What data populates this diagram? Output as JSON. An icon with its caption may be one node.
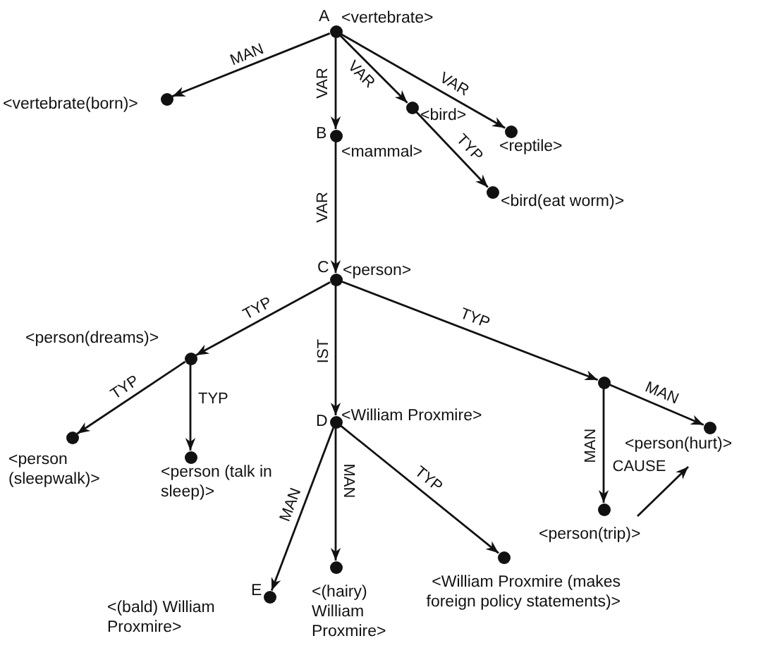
{
  "diagram": {
    "nodes": [
      {
        "text": [
          "A",
          "<vertebrate>"
        ]
      },
      {
        "text": [
          "<vertebrate(born)>"
        ]
      },
      {
        "text": [
          "B",
          "<mammal>"
        ]
      },
      {
        "text": [
          "<bird>"
        ]
      },
      {
        "text": [
          "<reptile>"
        ]
      },
      {
        "text": [
          "<bird(eat worm)>"
        ]
      },
      {
        "text": [
          "C",
          "<person>"
        ]
      },
      {
        "text": [
          "<person(dreams)>"
        ]
      },
      {
        "text": [
          "<person (sleepwalk)>"
        ]
      },
      {
        "text": [
          "<person (talk in sleep)>"
        ]
      },
      {
        "text": [
          "D",
          "<William Proxmire>"
        ]
      },
      {
        "text": [],
        "shape": "circle"
      },
      {
        "text": [
          "<person(hurt)>"
        ]
      },
      {
        "text": [
          "<person(trip)>"
        ]
      },
      {
        "text": [
          "E",
          "<(bald) William Proxmire>"
        ]
      },
      {
        "text": [
          "<(hairy) William Proxmire>"
        ]
      },
      {
        "text": [
          "<William Proxmire (makes foreign policy statements)>"
        ]
      }
    ],
    "edges": [
      {
        "from": 0,
        "to": 1,
        "arrow": "to",
        "label": "MAN"
      },
      {
        "from": 0,
        "to": 2,
        "arrow": "to",
        "label": "VAR"
      },
      {
        "from": 0,
        "to": 3,
        "arrow": "to",
        "label": "VAR"
      },
      {
        "from": 0,
        "to": 4,
        "arrow": "to",
        "label": "VAR"
      },
      {
        "from": 3,
        "to": 5,
        "arrow": "to",
        "label": "TYP"
      },
      {
        "from": 2,
        "to": 6,
        "arrow": "to",
        "label": "VAR"
      },
      {
        "from": 6,
        "to": 7,
        "arrow": "to",
        "label": "TYP"
      },
      {
        "from": 7,
        "to": 8,
        "arrow": "to",
        "label": "TYP"
      },
      {
        "from": 7,
        "to": 9,
        "arrow": "to",
        "label": "TYP"
      },
      {
        "from": 6,
        "to": 10,
        "arrow": "to",
        "label": "IST"
      },
      {
        "from": 6,
        "to": 11,
        "arrow": "to",
        "label": "TYP"
      },
      {
        "from": 11,
        "to": 12,
        "arrow": "to",
        "label": "MAN"
      },
      {
        "from": 11,
        "to": 13,
        "arrow": "to",
        "label": "MAN"
      },
      {
        "from": 10,
        "to": 14,
        "arrow": "to",
        "label": "MAN"
      },
      {
        "from": 10,
        "to": 15,
        "arrow": "to",
        "label": "MAN"
      },
      {
        "from": 10,
        "to": 16,
        "arrow": "to",
        "label": "TYP"
      },
      {
        "from": 13,
        "to": 12,
        "arrow": "to",
        "label": "CAUSE"
      }
    ]
  }
}
